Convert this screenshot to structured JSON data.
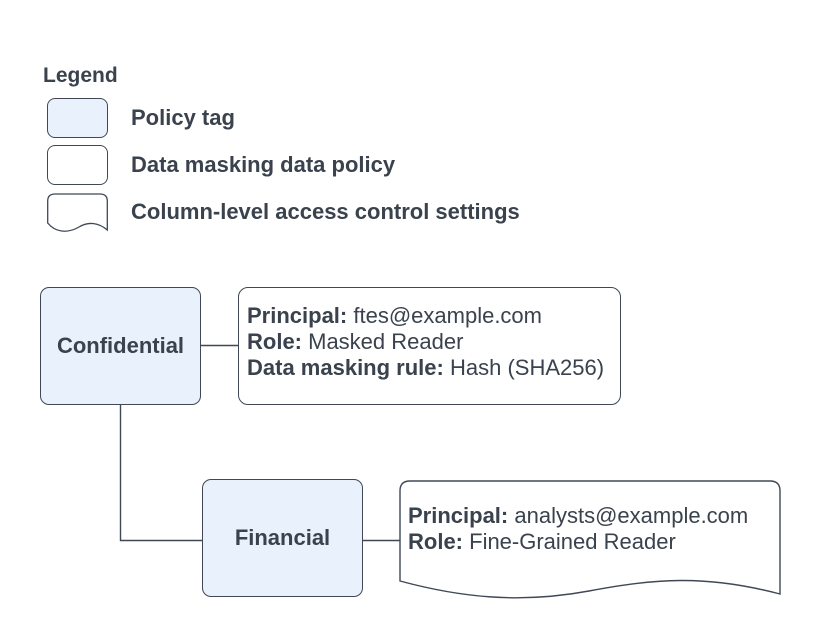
{
  "colors": {
    "background": "#ffffff",
    "node_fill": "#e9f1fc",
    "stroke": "#3f4854",
    "text": "#3a424d"
  },
  "legend": {
    "title": "Legend",
    "items": [
      {
        "shape": "policy-tag",
        "label": "Policy tag"
      },
      {
        "shape": "data-masking-policy",
        "label": "Data masking data policy"
      },
      {
        "shape": "document",
        "label": "Column-level access control settings"
      }
    ]
  },
  "diagram": {
    "confidential": {
      "label": "Confidential"
    },
    "policy_box": {
      "lines": [
        {
          "label": "Principal:",
          "value": "ftes@example.com"
        },
        {
          "label": "Role:",
          "value": "Masked Reader"
        },
        {
          "label": "Data masking rule:",
          "value": "Hash (SHA256)"
        }
      ]
    },
    "financial": {
      "label": "Financial"
    },
    "settings_doc": {
      "lines": [
        {
          "label": "Principal:",
          "value": "analysts@example.com"
        },
        {
          "label": "Role:",
          "value": "Fine-Grained Reader"
        }
      ]
    }
  }
}
